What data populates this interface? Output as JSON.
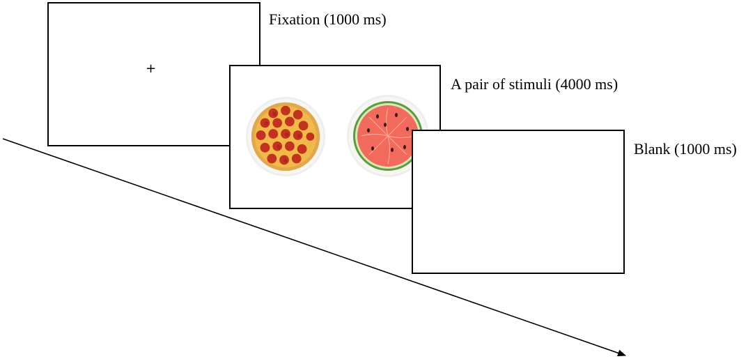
{
  "frames": [
    {
      "id": "fixation",
      "label": "Fixation (1000 ms)",
      "content": "+"
    },
    {
      "id": "stimuli",
      "label": "A pair of stimuli (4000 ms)",
      "stimuli": [
        "pizza-icon",
        "watermelon-icon"
      ]
    },
    {
      "id": "blank",
      "label": "Blank (1000 ms)"
    }
  ],
  "colors": {
    "pizza_crust": "#e2a84e",
    "pepperoni": "#c2321f",
    "watermelon_flesh": "#f26a5c",
    "watermelon_rind": "#5f9b3e",
    "plate": "#eeeeea"
  }
}
